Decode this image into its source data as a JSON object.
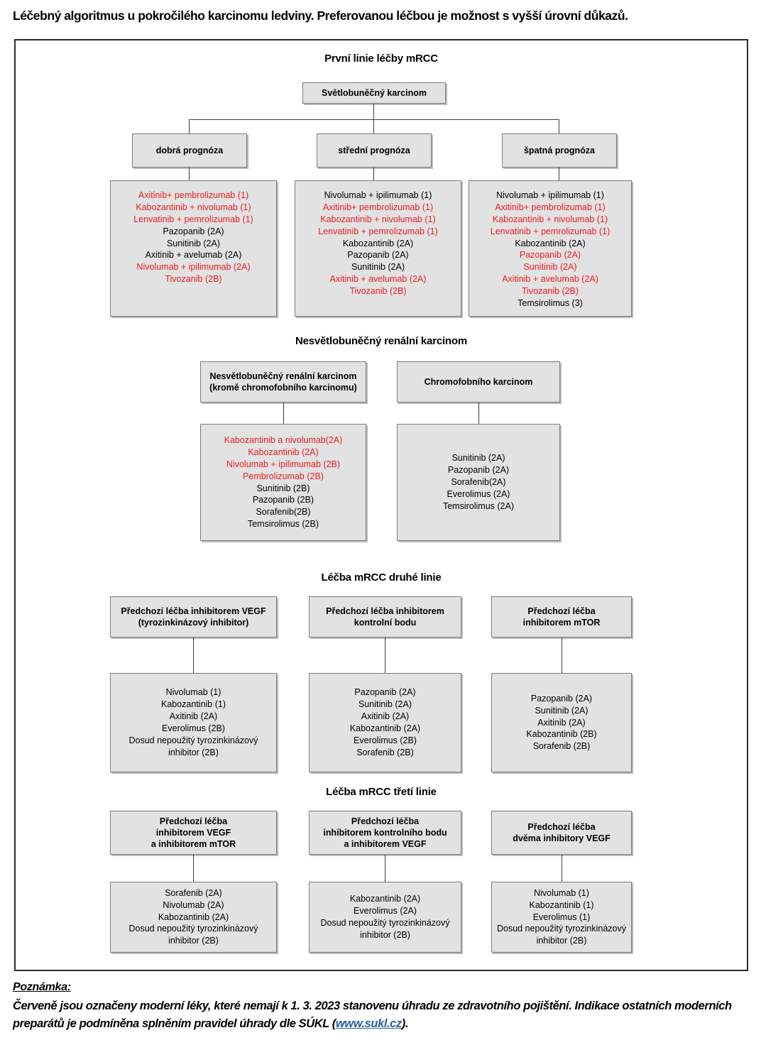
{
  "page": {
    "title": "Léčebný algoritmus u pokročilého karcinomu ledviny. Preferovanou léčbou je možnost s vyšší úrovní důkazů."
  },
  "sections": {
    "first_line": {
      "heading": "První linie léčby mRCC"
    },
    "non_clear_cell": {
      "heading": "Nesvětlobuněčný renální karcinom"
    },
    "second_line": {
      "heading": "Léčba mRCC druhé linie"
    },
    "third_line": {
      "heading": "Léčba mRCC třetí linie"
    }
  },
  "first_line": {
    "root": {
      "label": "Světlobuněčný karcinom"
    },
    "prognosis": [
      {
        "label": "dobrá prognóza"
      },
      {
        "label": "střední prognóza"
      },
      {
        "label": "špatná prognóza"
      }
    ],
    "treatments": [
      {
        "group": "dobrá prognóza",
        "items": [
          {
            "text": "Axitinib+ pembrolizumab (1)",
            "color": "red"
          },
          {
            "text": "Kabozantinib +  nivolumab (1)",
            "color": "red"
          },
          {
            "text": "Lenvatinib + pemrolizumab (1)",
            "color": "red"
          },
          {
            "text": "Pazopanib (2A)",
            "color": "black"
          },
          {
            "text": "Sunitinib (2A)",
            "color": "black"
          },
          {
            "text": "Axitinib + avelumab (2A)",
            "color": "black"
          },
          {
            "text": "Nivolumab + ipilimumab (2A)",
            "color": "red"
          },
          {
            "text": "Tivozanib (2B)",
            "color": "red"
          }
        ]
      },
      {
        "group": "střední prognóza",
        "items": [
          {
            "text": "Nivolumab + ipilimumab (1)",
            "color": "black"
          },
          {
            "text": "Axitinib+ pembrolizumab (1)",
            "color": "red"
          },
          {
            "text": "Kabozantinib + nivolumab (1)",
            "color": "red"
          },
          {
            "text": "Lenvatinib + pemrolizumab (1)",
            "color": "red"
          },
          {
            "text": "Kabozantinib (2A)",
            "color": "black"
          },
          {
            "text": "Pazopanib (2A)",
            "color": "black"
          },
          {
            "text": "Sunitinib (2A)",
            "color": "black"
          },
          {
            "text": "Axitinib + avelumab (2A)",
            "color": "red"
          },
          {
            "text": "Tivozanib (2B)",
            "color": "red"
          }
        ]
      },
      {
        "group": "špatná prognóza",
        "items": [
          {
            "text": "Nivolumab + ipilimumab (1)",
            "color": "black"
          },
          {
            "text": "Axitinib+ pembrolizumab (1)",
            "color": "red"
          },
          {
            "text": "Kabozantinib +  nivolumab (1)",
            "color": "red"
          },
          {
            "text": "Lenvatinib + pemrolizumab (1)",
            "color": "red"
          },
          {
            "text": "Kabozantinib (2A)",
            "color": "black"
          },
          {
            "text": "Pazopanib (2A)",
            "color": "red"
          },
          {
            "text": "Sunitinib (2A)",
            "color": "red"
          },
          {
            "text": "Axitinib + avelumab (2A)",
            "color": "red"
          },
          {
            "text": "Tivozanib (2B)",
            "color": "red"
          },
          {
            "text": "Temsirolimus (3)",
            "color": "black"
          }
        ]
      }
    ]
  },
  "non_clear_cell": {
    "headers": [
      {
        "line1": "Nesvětlobuněčný renální karcinom",
        "line2": "(kromě chromofobního karcinomu)"
      },
      {
        "line1": "Chromofobního karcinom",
        "line2": ""
      }
    ],
    "treatments": [
      {
        "items": [
          {
            "text": "Kabozantinib  a nivolumab(2A)",
            "color": "red"
          },
          {
            "text": "Kabozantinib (2A)",
            "color": "red"
          },
          {
            "text": "Nivolumab + ipilimumab (2B)",
            "color": "red"
          },
          {
            "text": "Pembrolizumab (2B)",
            "color": "red"
          },
          {
            "text": "Sunitinib (2B)",
            "color": "black"
          },
          {
            "text": "Pazopanib (2B)",
            "color": "black"
          },
          {
            "text": "Sorafenib(2B)",
            "color": "black"
          },
          {
            "text": "Temsirolimus (2B)",
            "color": "black"
          }
        ]
      },
      {
        "items": [
          {
            "text": "Sunitinib (2A)",
            "color": "black"
          },
          {
            "text": "Pazopanib (2A)",
            "color": "black"
          },
          {
            "text": "Sorafenib(2A)",
            "color": "black"
          },
          {
            "text": "Everolimus (2A)",
            "color": "black"
          },
          {
            "text": "Temsirolimus (2A)",
            "color": "black"
          }
        ]
      }
    ]
  },
  "second_line": {
    "headers": [
      {
        "line1": "Předchozí léčba inhibitorem VEGF",
        "line2": "(tyrozinkinázový inhibitor)",
        "line3": ""
      },
      {
        "line1": "Předchozí léčba inhibitorem",
        "line2": "kontrolní bodu",
        "line3": ""
      },
      {
        "line1": "Předchozí léčba",
        "line2": "inhibitorem mTOR",
        "line3": ""
      }
    ],
    "treatments": [
      {
        "items": [
          {
            "text": "Nivolumab (1)",
            "color": "black"
          },
          {
            "text": "Kabozantinib (1)",
            "color": "black"
          },
          {
            "text": "Axitinib (2A)",
            "color": "black"
          },
          {
            "text": "Everolimus (2B)",
            "color": "black"
          },
          {
            "text": "Dosud nepoužitý tyrozinkinázový inhibitor (2B)",
            "color": "black",
            "wrap": true
          }
        ]
      },
      {
        "items": [
          {
            "text": "Pazopanib (2A)",
            "color": "black"
          },
          {
            "text": "Sunitinib (2A)",
            "color": "black"
          },
          {
            "text": "Axitinib (2A)",
            "color": "black"
          },
          {
            "text": "Kabozantinib (2A)",
            "color": "black"
          },
          {
            "text": "Everolimus (2B)",
            "color": "black"
          },
          {
            "text": "Sorafenib (2B)",
            "color": "black"
          }
        ]
      },
      {
        "items": [
          {
            "text": "Pazopanib (2A)",
            "color": "black"
          },
          {
            "text": "Sunitinib (2A)",
            "color": "black"
          },
          {
            "text": "Axitinib (2A)",
            "color": "black"
          },
          {
            "text": "Kabozantinib (2B)",
            "color": "black"
          },
          {
            "text": "Sorafenib (2B)",
            "color": "black"
          }
        ]
      }
    ]
  },
  "third_line": {
    "headers": [
      {
        "line1": "Předchozí léčba",
        "line2": "inhibitorem VEGF",
        "line3": "a inhibitorem mTOR"
      },
      {
        "line1": "Předchozí léčba",
        "line2": "inhibitorem kontrolního bodu",
        "line3": "a inhibitorem VEGF"
      },
      {
        "line1": "Předchozí léčba",
        "line2": "dvěma inhibitory VEGF",
        "line3": ""
      }
    ],
    "treatments": [
      {
        "items": [
          {
            "text": "Sorafenib (2A)",
            "color": "black"
          },
          {
            "text": "Nivolumab (2A)",
            "color": "black"
          },
          {
            "text": "Kabozantinib (2A)",
            "color": "black"
          },
          {
            "text": "Dosud nepoužitý tyrozinkinázový inhibitor (2B)",
            "color": "black",
            "wrap": true
          }
        ]
      },
      {
        "items": [
          {
            "text": "Kabozantinib (2A)",
            "color": "black"
          },
          {
            "text": "Everolimus (2A)",
            "color": "black"
          },
          {
            "text": "Dosud nepoužitý tyrozinkinázový inhibitor (2B)",
            "color": "black",
            "wrap": true
          }
        ]
      },
      {
        "items": [
          {
            "text": "Nivolumab (1)",
            "color": "black"
          },
          {
            "text": "Kabozantinib (1)",
            "color": "black"
          },
          {
            "text": "Everolimus (1)",
            "color": "black"
          },
          {
            "text": "Dosud nepoužitý tyrozinkinázový inhibitor (2B)",
            "color": "black",
            "wrap": true
          }
        ]
      }
    ]
  },
  "note": {
    "label": "Poznámka:",
    "text_before_link": "Červeně jsou označeny moderní léky, které nemají k 1. 3. 2023 stanovenu úhradu ze zdravotního pojištění. Indikace ostatních moderních preparátů je podmíněna splněním pravidel úhrady dle SÚKL (",
    "link": "www.sukl.cz",
    "text_after_link": ")."
  },
  "colors": {
    "red_highlight": "#ee1c25",
    "box_fill": "#e2e2e2",
    "box_border": "#7d7d7d",
    "link": "#2c5f9e"
  }
}
